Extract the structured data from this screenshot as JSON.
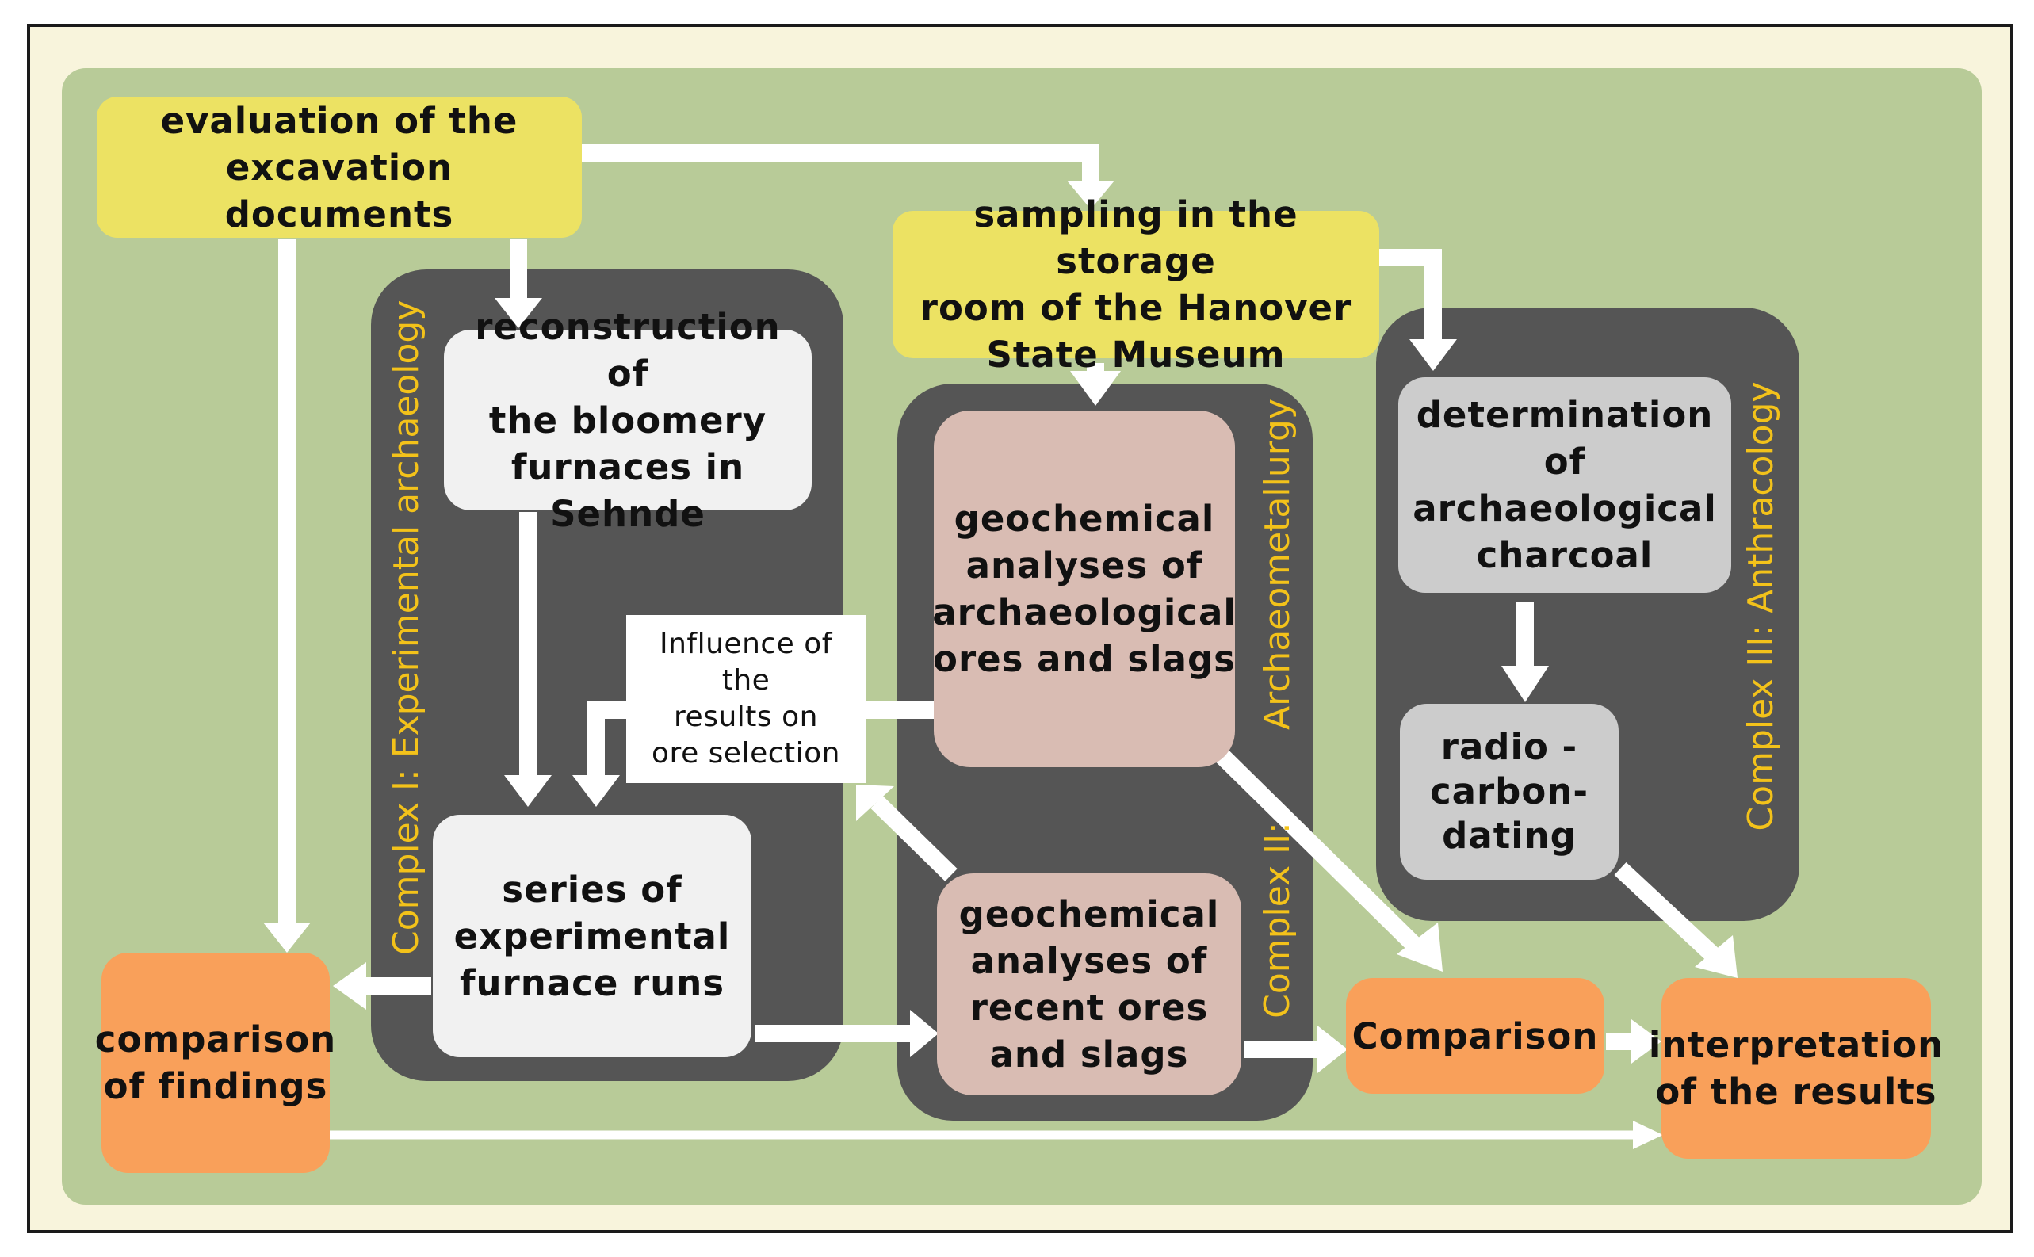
{
  "nodes": {
    "evaluation": "evaluation of the\nexcavation documents",
    "sampling": "sampling in the storage\nroom of the Hanover\nState Museum",
    "reconstruction": "reconstruction of\nthe bloomery\nfurnaces in Sehnde",
    "geo_archaeological": "geochemical\nanalyses of\narchaeological\nores and slags",
    "charcoal": "determination\nof archaeological\ncharcoal",
    "influence": "Influence of the\nresults on\nore selection",
    "radiocarbon": "radio -\ncarbon-\ndating",
    "series": "series of\nexperimental\nfurnace runs",
    "geo_recent": "geochemical\nanalyses of\nrecent ores\nand slags",
    "comparison_findings": "comparison\nof findings",
    "comparison": "Comparison",
    "interpretation": "interpretation\nof the results"
  },
  "complexes": {
    "complex1": "Complex I: Experimental archaeology",
    "complex2": "Complex II:",
    "complex2b": "Archaeometallurgy",
    "complex3": "Complex III: Anthracology"
  },
  "colors": {
    "background": "#f8f4dc",
    "green_area": "#b8cb98",
    "panel": "#555555",
    "yellow": "#ece263",
    "orange": "#f9a05a",
    "pink": "#d9bcb3",
    "label": "#f3c21a",
    "arrow": "#ffffff"
  }
}
